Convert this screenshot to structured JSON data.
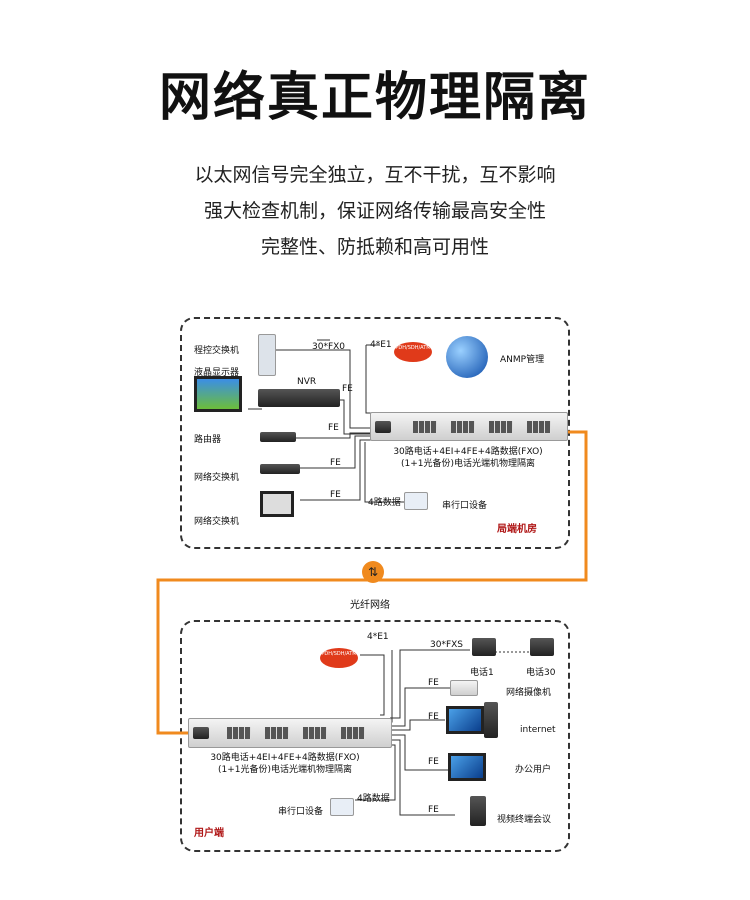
{
  "title": "网络真正物理隔离",
  "subtitle_lines": [
    "以太网信号完全独立，互不干扰，互不影响",
    "强大检查机制，保证网络传输最高安全性",
    "完整性、防抵赖和高可用性"
  ],
  "top": {
    "area_label": "局端机房",
    "devices": {
      "pbx": "程控交换机",
      "lcd": "液晶显示器",
      "nvr": "NVR",
      "router": "路由器",
      "switch1": "网络交换机",
      "switch2": "网络交换机",
      "snmp": "ANMP管理",
      "serial": "串行口设备",
      "network": "PDH/SDH/ATM"
    },
    "links": {
      "fxo": "30*FX0",
      "e1": "4*E1",
      "fe": "FE",
      "data": "4路数据"
    },
    "equipment_lines": [
      "30路电话+4EI+4FE+4路数据(FXO)",
      "(1+1光备份)电话光端机物理隔离"
    ]
  },
  "fiber_label": "光纤网络",
  "bottom": {
    "area_label": "用户端",
    "devices": {
      "phone1": "电话1",
      "phone30": "电话30",
      "camera": "网络摄像机",
      "internet": "internet",
      "office": "办公用户",
      "video": "视频终端会议",
      "serial": "串行口设备",
      "network": "PDH/SDH/ATM"
    },
    "links": {
      "e1": "4*E1",
      "fxs": "30*FXS",
      "fe": "FE",
      "data": "4路数据"
    },
    "equipment_lines": [
      "30路电话+4EI+4FE+4路数据(FXO)",
      "(1+1光备份)电话光端机物理隔离"
    ]
  },
  "colors": {
    "fiber": "#f08a1e",
    "area_label": "#b01818"
  }
}
